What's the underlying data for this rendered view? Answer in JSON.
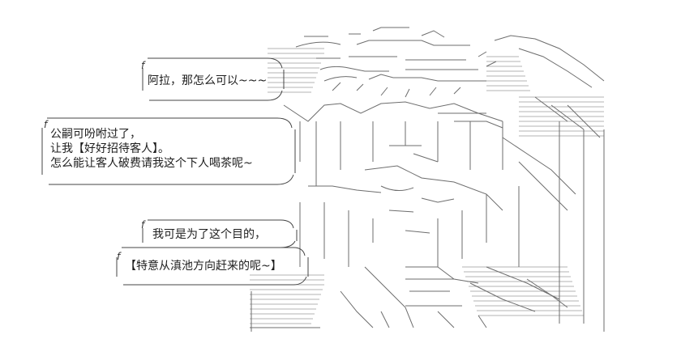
{
  "bubbles": {
    "b1": {
      "lines": [
        "阿拉，那怎么可以~~~"
      ]
    },
    "b2": {
      "lines": [
        "公嗣可吩咐过了，",
        "让我【好好招待客人】。",
        "怎么能让客人破费请我这个下人喝茶呢~"
      ]
    },
    "b3": {
      "lines": [
        "我可是为了这个目的，"
      ]
    },
    "b4": {
      "lines": [
        "【特意从滇池方向赶来的呢~】"
      ]
    }
  }
}
